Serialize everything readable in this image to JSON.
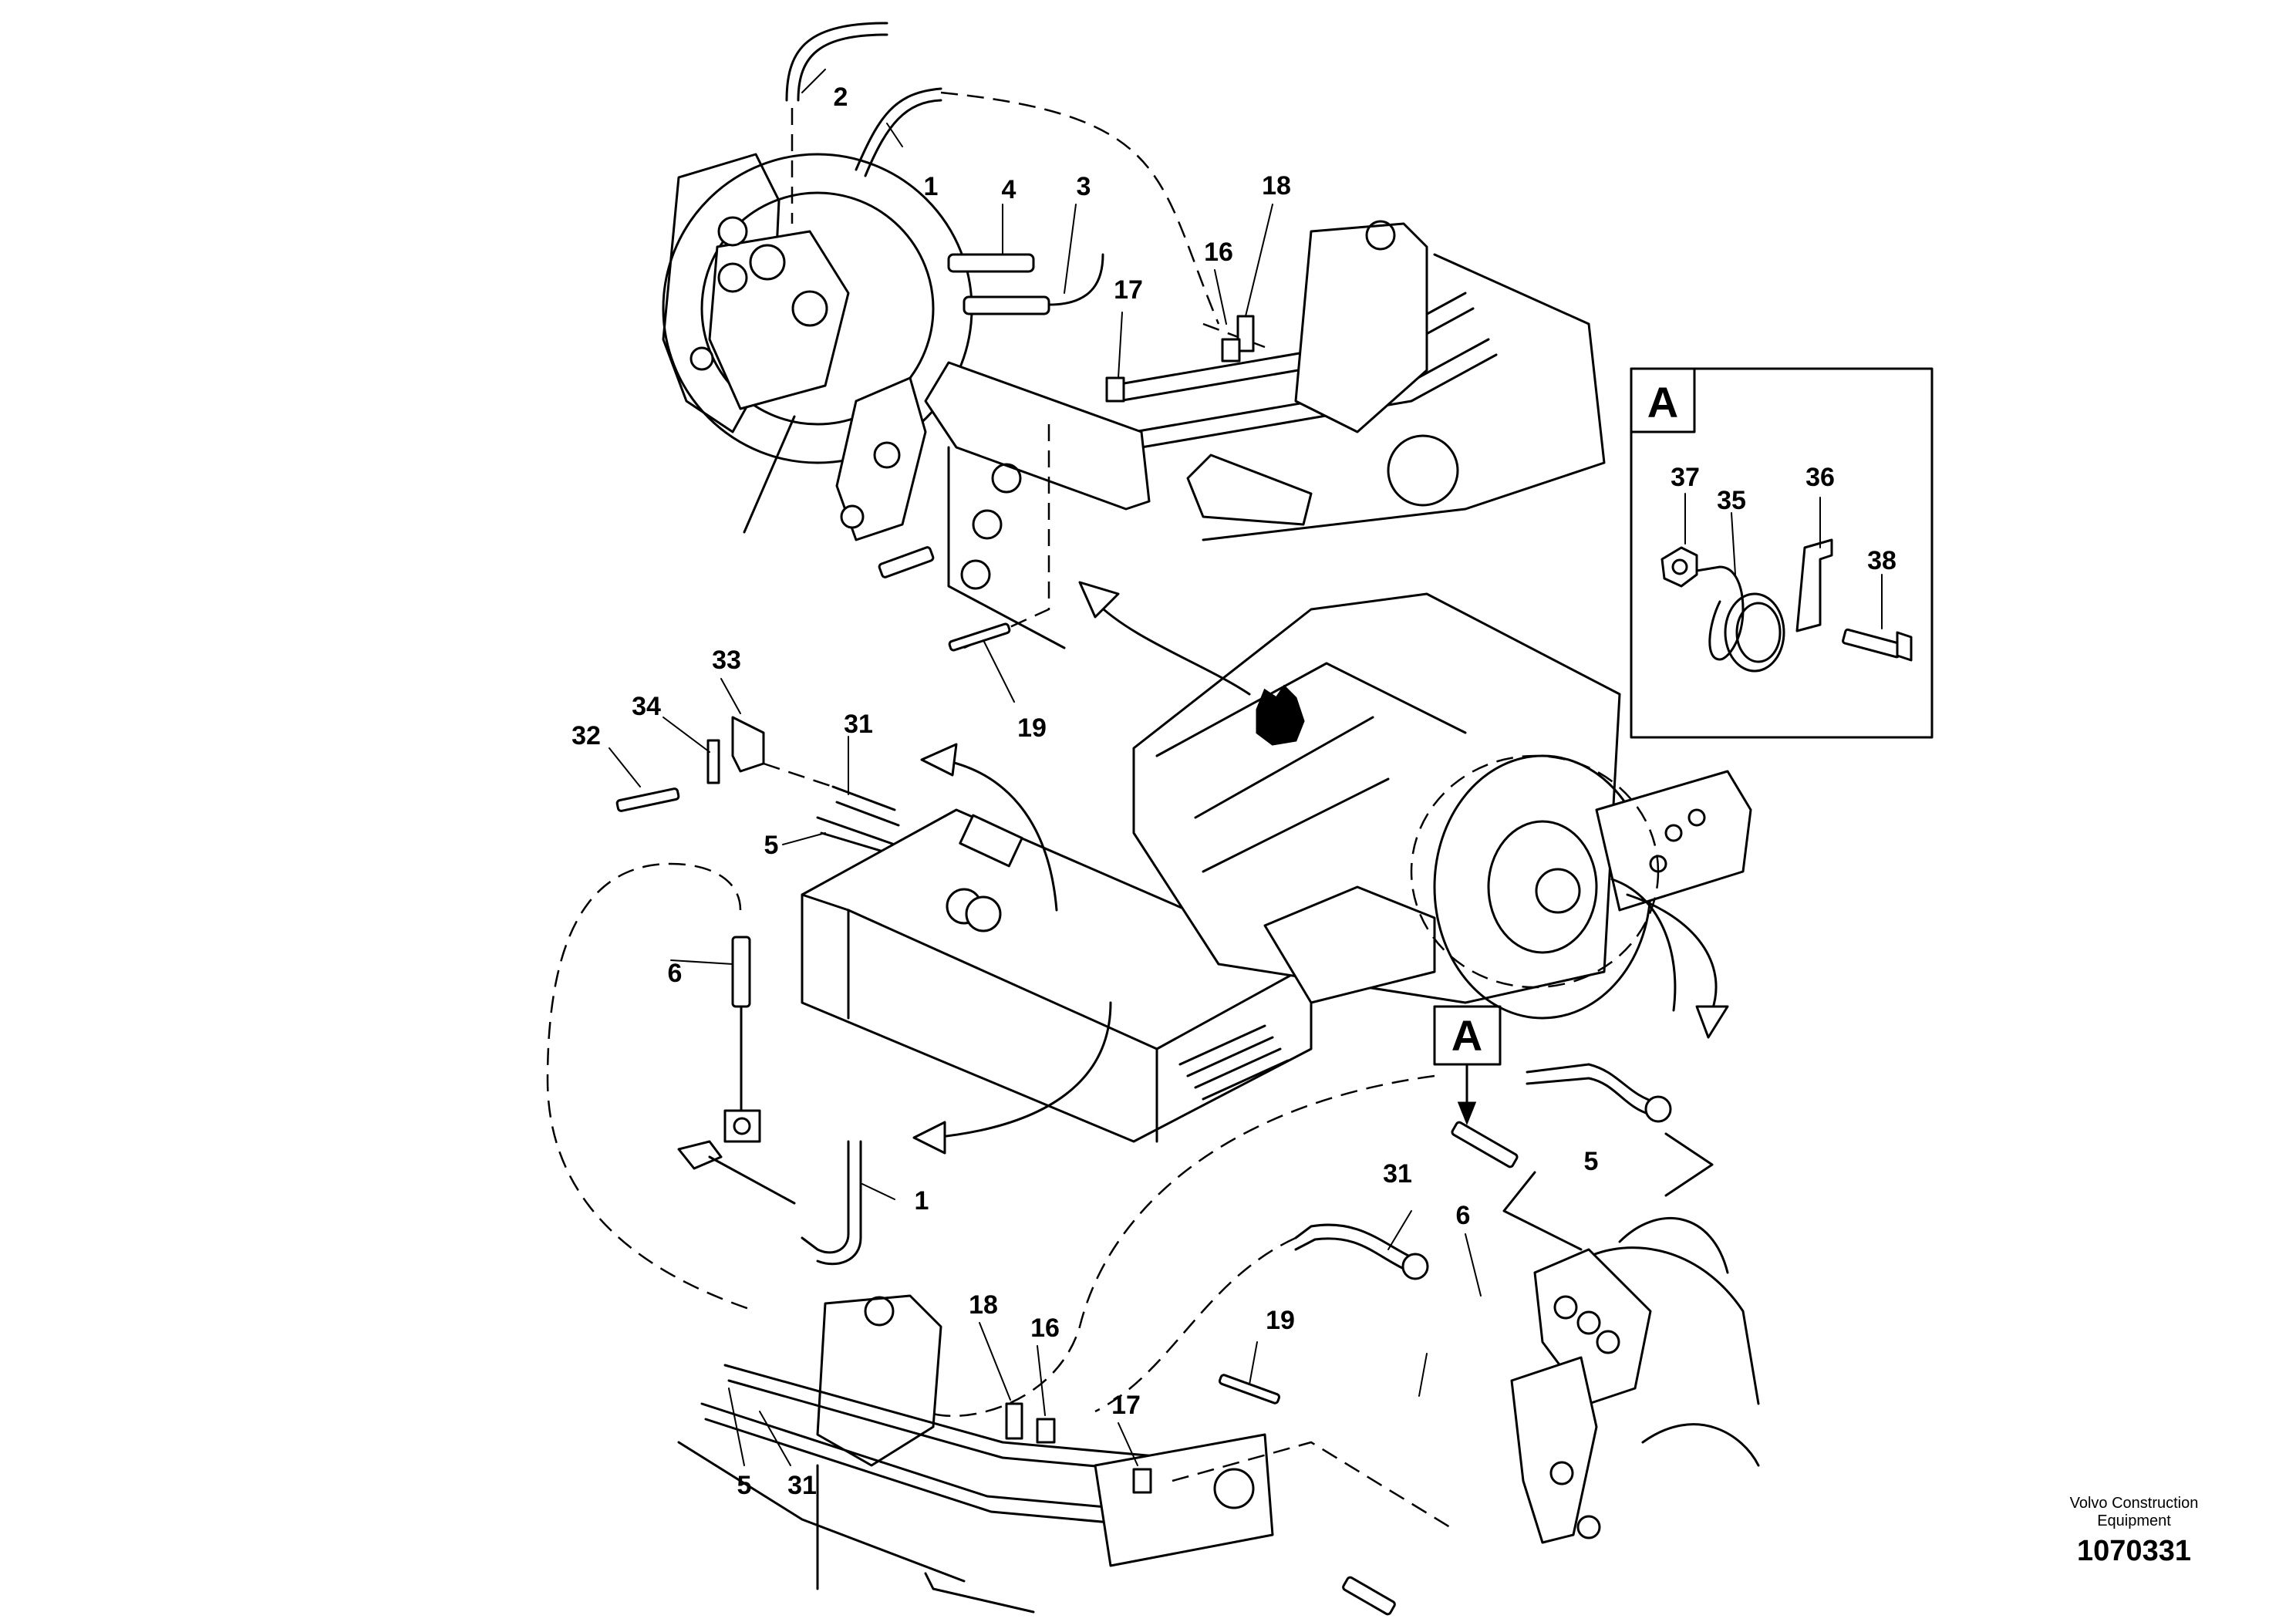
{
  "callouts": {
    "top": {
      "c1": "1",
      "c2": "2",
      "c3": "3",
      "c4": "4",
      "c16": "16",
      "c17": "17",
      "c18": "18",
      "c19": "19"
    },
    "middle": {
      "c5": "5",
      "c31": "31",
      "c32": "32",
      "c33": "33",
      "c34": "34"
    },
    "left": {
      "c6": "6",
      "c1": "1"
    },
    "right": {
      "c5": "5",
      "c6": "6",
      "c31": "31"
    },
    "bottom": {
      "c5": "5",
      "c31": "31",
      "c16": "16",
      "c17": "17",
      "c18": "18",
      "c19": "19"
    },
    "detail_a": {
      "c35": "35",
      "c36": "36",
      "c37": "37",
      "c38": "38"
    }
  },
  "detail_label": "A",
  "detail_marker": "A",
  "footer": {
    "line1": "Volvo Construction",
    "line2": "Equipment",
    "code": "1070331"
  }
}
